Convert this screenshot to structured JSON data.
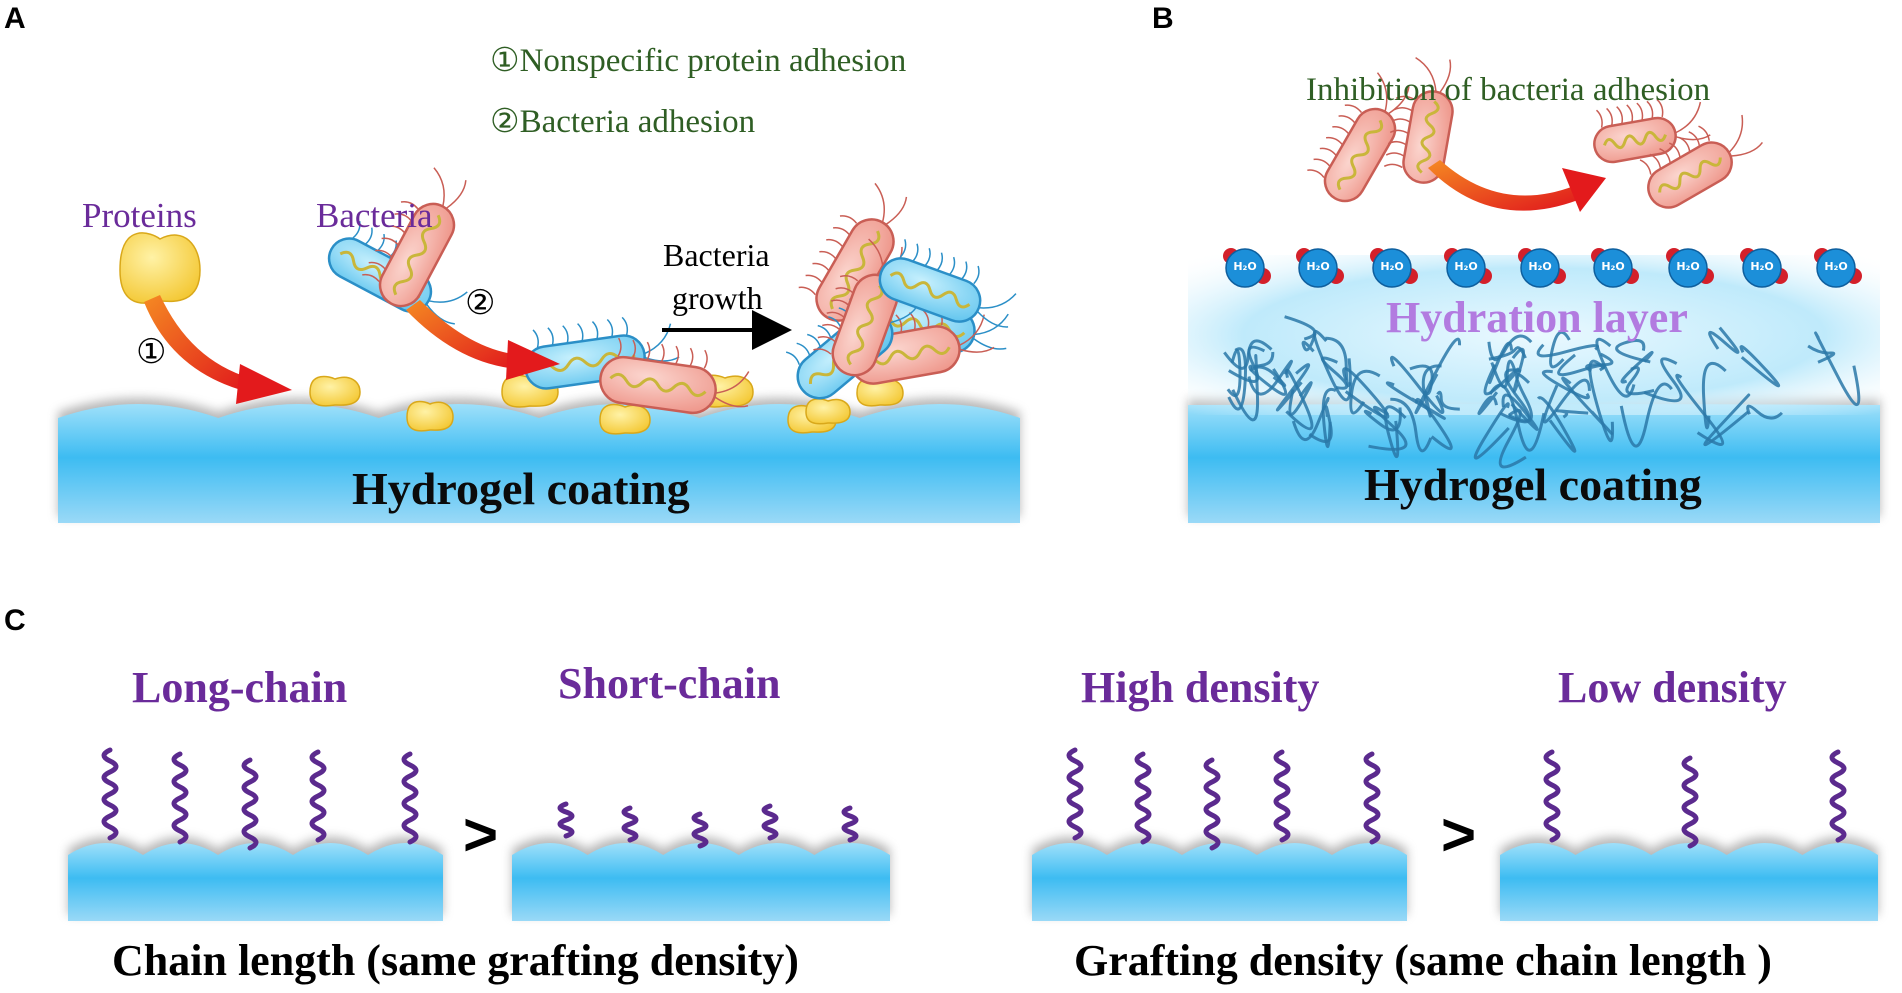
{
  "panels": {
    "a": {
      "letter": "A",
      "legend_1": "①Nonspecific protein adhesion",
      "legend_2": "②Bacteria adhesion",
      "proteins_label": "Proteins",
      "bacteria_label": "Bacteria",
      "step_1": "①",
      "step_2": "②",
      "growth_label_line1": "Bacteria",
      "growth_label_line2": "growth",
      "coating_label": "Hydrogel coating"
    },
    "b": {
      "letter": "B",
      "inhibition_label": "Inhibition of bacteria adhesion",
      "water_label": "H₂O",
      "hydration_label": "Hydration layer",
      "coating_label": "Hydrogel coating"
    },
    "c": {
      "letter": "C",
      "long_chain": "Long-chain",
      "short_chain": "Short-chain",
      "high_density": "High density",
      "low_density": "Low density",
      "comparator": ">",
      "caption_left": "Chain length (same grafting density)",
      "caption_right": "Grafting density (same chain length )"
    }
  },
  "colors": {
    "coating_top": "#7fd3f5",
    "coating_bottom": "#1aa3ea",
    "chain": "#5b2a8e",
    "protein": "#f5cf2e",
    "bacteria_pink": "#f3a8a0",
    "bacteria_blue": "#7fd2f2",
    "arrow": "#e6281d",
    "water": "#1c8fd9"
  }
}
